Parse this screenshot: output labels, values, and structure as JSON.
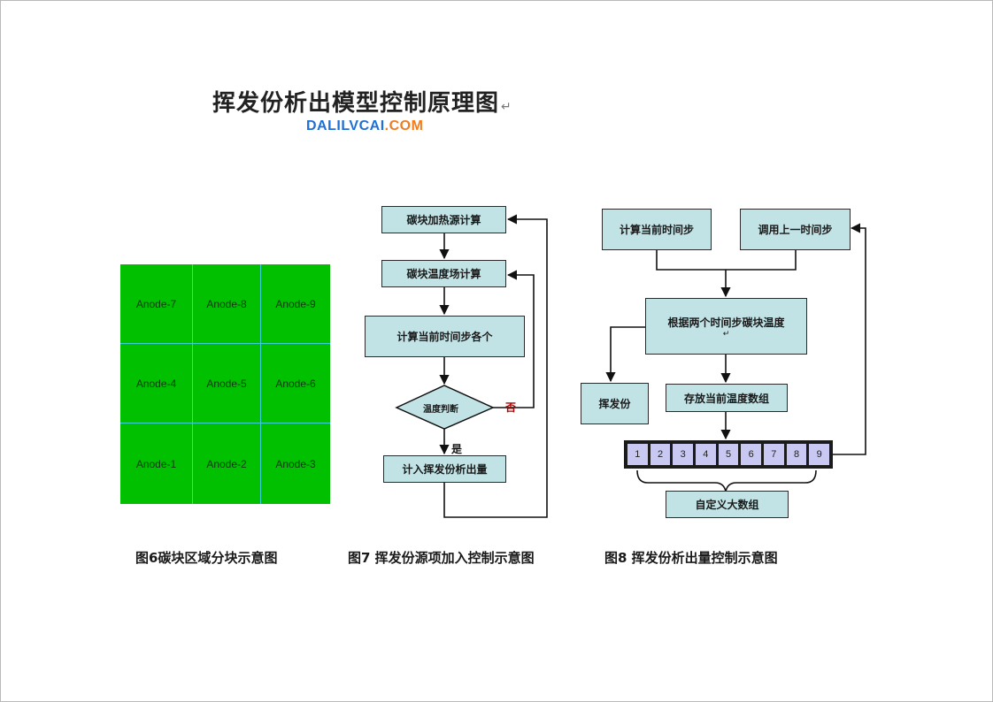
{
  "title": "挥发份析出模型控制原理图",
  "title_mark": "↵",
  "site": {
    "part_a": "DALILVCAI",
    "part_b": ".COM"
  },
  "anode_grid": [
    [
      "Anode-7",
      "Anode-8",
      "Anode-9"
    ],
    [
      "Anode-4",
      "Anode-5",
      "Anode-6"
    ],
    [
      "Anode-1",
      "Anode-2",
      "Anode-3"
    ]
  ],
  "fig7": {
    "box1": "碳块加热源计算",
    "box2": "碳块温度场计算",
    "box3": "计算当前时间步各个",
    "decision": "温度判断",
    "no": "否",
    "yes": "是",
    "box4": "计入挥发份析出量"
  },
  "fig8": {
    "box1": "计算当前时间步",
    "box2": "调用上一时间步",
    "box3": "根据两个时间步碳块温度",
    "box3_mark": "↵",
    "box4": "挥发份",
    "box5": "存放当前温度数组",
    "array_values": [
      "1",
      "2",
      "3",
      "4",
      "5",
      "6",
      "7",
      "8",
      "9"
    ],
    "box6": "自定义大数组"
  },
  "captions": {
    "fig6": "图6碳块区域分块示意图",
    "fig7": "图7 挥发份源项加入控制示意图",
    "fig8": "图8 挥发份析出量控制示意图"
  },
  "colors": {
    "grid_green": "#00c000",
    "box_fill": "#c2e3e6",
    "array_fill": "#c9c8f2"
  }
}
